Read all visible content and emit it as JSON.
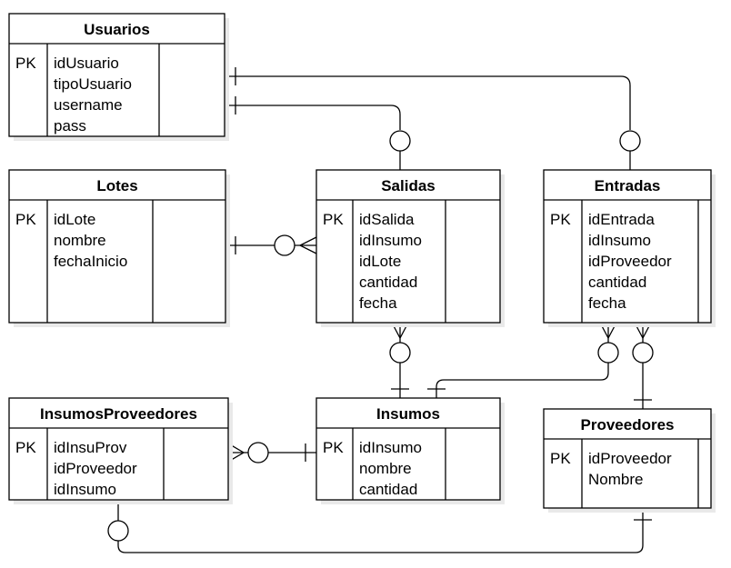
{
  "diagram": {
    "tables": [
      {
        "name": "Usuarios",
        "pk_label": "PK",
        "fields": [
          "idUsuario",
          "tipoUsuario",
          "username",
          "pass"
        ]
      },
      {
        "name": "Lotes",
        "pk_label": "PK",
        "fields": [
          "idLote",
          "nombre",
          "fechaInicio"
        ]
      },
      {
        "name": "Salidas",
        "pk_label": "PK",
        "fields": [
          "idSalida",
          "idInsumo",
          "idLote",
          "cantidad",
          "fecha"
        ]
      },
      {
        "name": "Entradas",
        "pk_label": "PK",
        "fields": [
          "idEntrada",
          "idInsumo",
          "idProveedor",
          "cantidad",
          "fecha"
        ]
      },
      {
        "name": "InsumosProveedores",
        "pk_label": "PK",
        "fields": [
          "idInsuProv",
          "idProveedor",
          "idInsumo"
        ]
      },
      {
        "name": "Insumos",
        "pk_label": "PK",
        "fields": [
          "idInsumo",
          "nombre",
          "cantidad"
        ]
      },
      {
        "name": "Proveedores",
        "pk_label": "PK",
        "fields": [
          "idProveedor",
          "Nombre"
        ]
      }
    ],
    "relationships": [
      {
        "from": "Usuarios",
        "to": "Entradas",
        "from_end": "one",
        "to_end": "zero-or-one"
      },
      {
        "from": "Usuarios",
        "to": "Salidas",
        "from_end": "one",
        "to_end": "zero-or-one"
      },
      {
        "from": "Lotes",
        "to": "Salidas",
        "from_end": "one",
        "to_end": "zero-or-many"
      },
      {
        "from": "Insumos",
        "to": "Salidas",
        "from_end": "one",
        "to_end": "zero-or-many"
      },
      {
        "from": "Insumos",
        "to": "Entradas",
        "from_end": "one",
        "to_end": "zero-or-many"
      },
      {
        "from": "Proveedores",
        "to": "Entradas",
        "from_end": "one",
        "to_end": "zero-or-many"
      },
      {
        "from": "Insumos",
        "to": "InsumosProveedores",
        "from_end": "one",
        "to_end": "zero-or-many"
      },
      {
        "from": "Proveedores",
        "to": "InsumosProveedores",
        "from_end": "one",
        "to_end": "zero-or-one"
      }
    ]
  }
}
